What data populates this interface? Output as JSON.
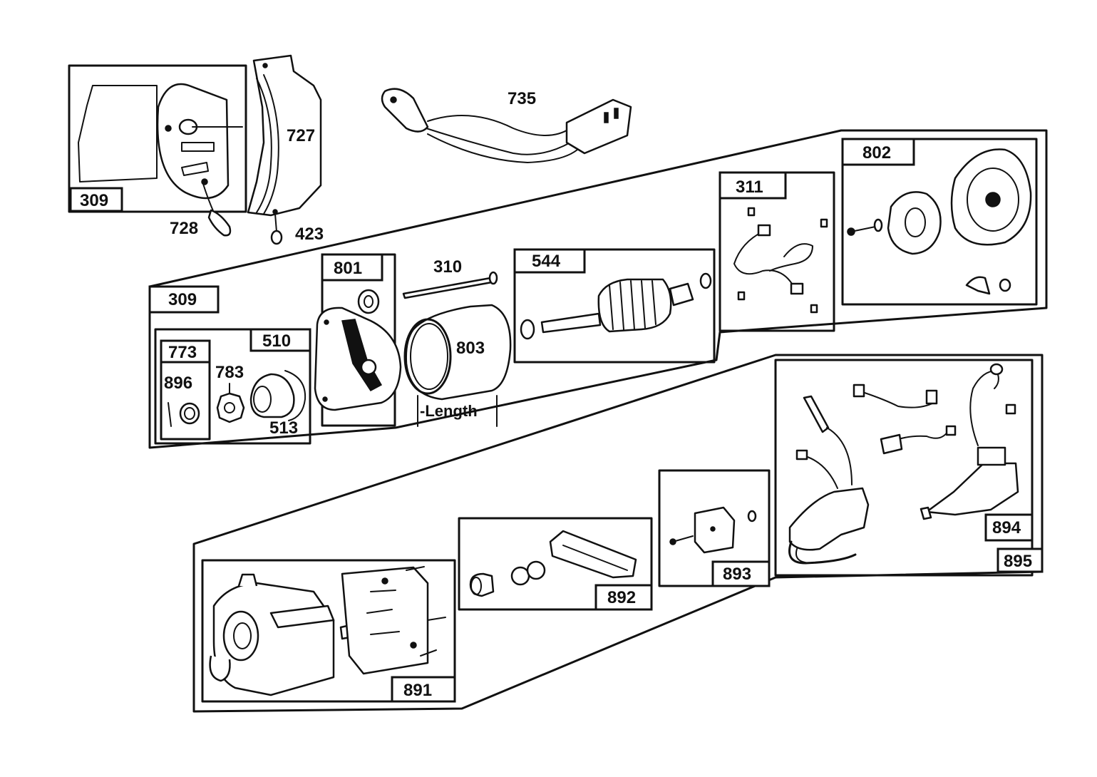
{
  "part_labels": {
    "p309_top": "309",
    "p727": "727",
    "p728": "728",
    "p423": "423",
    "p735": "735",
    "p802": "802",
    "p311": "311",
    "p544": "544",
    "p310": "310",
    "p801": "801",
    "p309_mid": "309",
    "p510": "510",
    "p773": "773",
    "p896": "896",
    "p783": "783",
    "p513": "513",
    "p803": "803",
    "length": "-Length",
    "p894": "894",
    "p895": "895",
    "p893": "893",
    "p892": "892",
    "p891": "891"
  },
  "colors": {
    "ink": "#111111",
    "paper": "#ffffff"
  }
}
